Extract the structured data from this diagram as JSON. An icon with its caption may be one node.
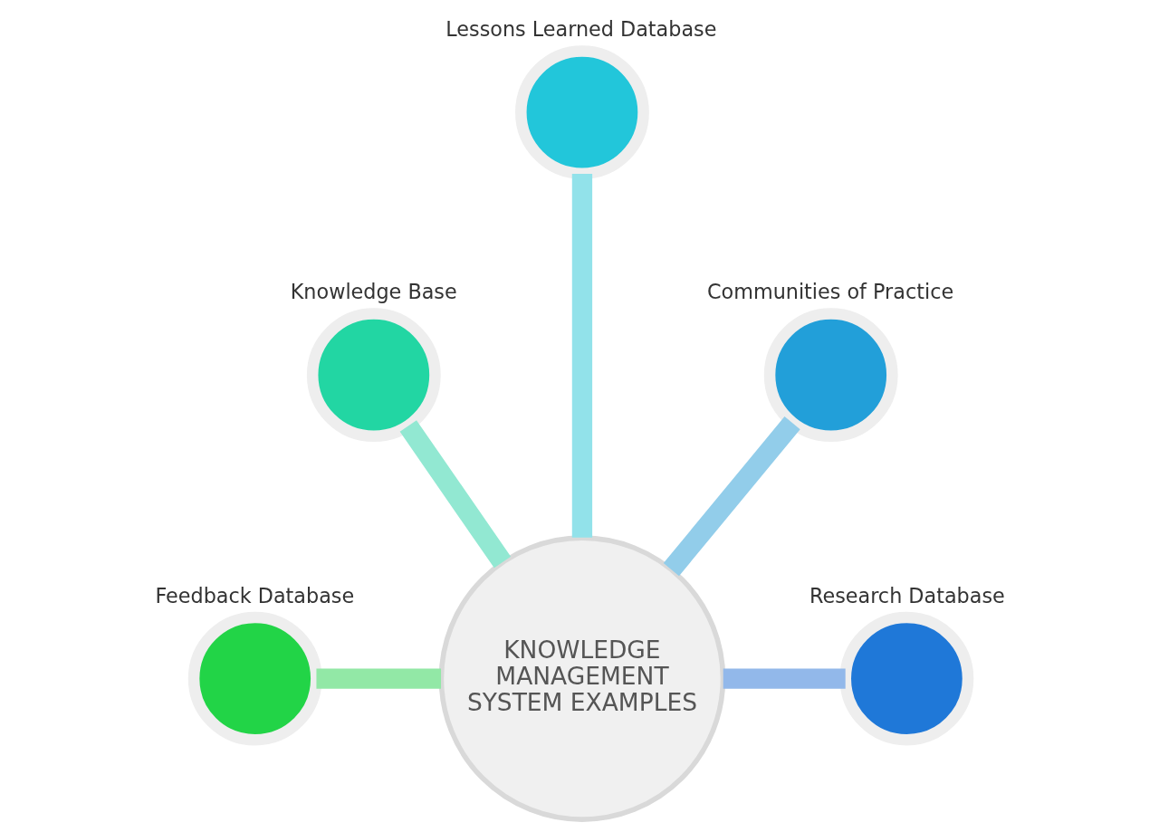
{
  "diagram": {
    "nodes": [
      {
        "text": [
          "KNOWLEDGE MANAGEMENT SYSTEM EXAMPLES"
        ]
      },
      {
        "text": [
          "Feedback Database"
        ]
      },
      {
        "text": [
          "Knowledge Base"
        ]
      },
      {
        "text": [
          "Lessons Learned Database"
        ]
      },
      {
        "text": [
          "Communities of Practice"
        ]
      },
      {
        "text": [
          "Research Database"
        ]
      }
    ],
    "edges": [
      {
        "from": 1,
        "to": 0,
        "arrow": "none",
        "color": "#92e8a6"
      },
      {
        "from": 0,
        "to": 2,
        "arrow": "none",
        "color": "#92e8d2"
      },
      {
        "from": 0,
        "to": 3,
        "arrow": "none",
        "color": "#92e2ea"
      },
      {
        "from": 0,
        "to": 4,
        "arrow": "none",
        "color": "#92cdea"
      },
      {
        "from": 0,
        "to": 5,
        "arrow": "none",
        "color": "#92b8ea"
      }
    ]
  }
}
